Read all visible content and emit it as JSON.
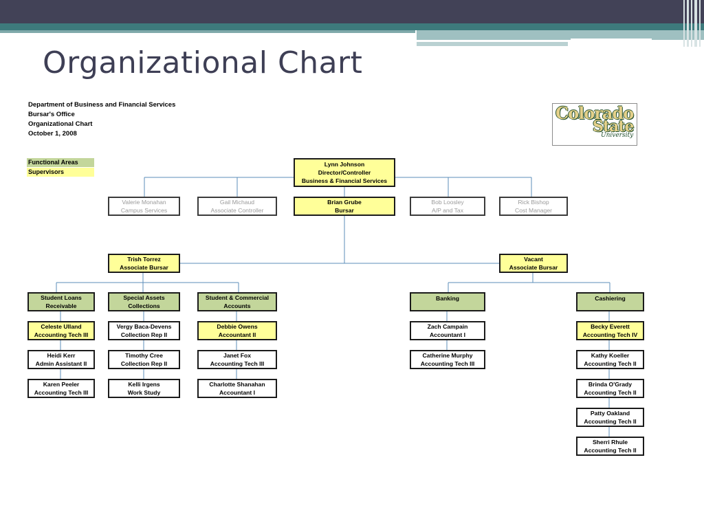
{
  "slide": {
    "title": "Organizational Chart"
  },
  "header": {
    "line1": "Department of Business and Financial Services",
    "line2": "Bursar's Office",
    "line3": "Organizational Chart",
    "line4": "October 1, 2008"
  },
  "legend": {
    "functional": "Functional Areas",
    "supervisors": "Supervisors"
  },
  "logo": {
    "line1": "Colorado",
    "line2": "State",
    "line3": "University"
  },
  "colors": {
    "supervisor": "#ffff99",
    "functional": "#c3d69b",
    "line": "#5b8db8"
  },
  "org": {
    "director": {
      "name": "Lynn Johnson",
      "title": "Director/Controller",
      "dept": "Business & Financial Services"
    },
    "valerie": {
      "name": "Valerie Monahan",
      "title": "Campus Services"
    },
    "gail": {
      "name": "Gail Michaud",
      "title": "Associate Controller"
    },
    "brian": {
      "name": "Brian Grube",
      "title": "Bursar"
    },
    "bob": {
      "name": "Bob Loosley",
      "title": "A/P and Tax"
    },
    "rick": {
      "name": "Rick Bishop",
      "title": "Cost Manager"
    },
    "trish": {
      "name": "Trish Torrez",
      "title": "Associate Bursar"
    },
    "vacant": {
      "name": "Vacant",
      "title": "Associate Bursar"
    },
    "student_loans": {
      "line1": "Student Loans",
      "line2": "Receivable"
    },
    "special_assets": {
      "line1": "Special Assets",
      "line2": "Collections"
    },
    "student_commercial": {
      "line1": "Student & Commercial",
      "line2": "Accounts"
    },
    "banking": {
      "line1": "Banking"
    },
    "cashiering": {
      "line1": "Cashiering"
    },
    "celeste": {
      "name": "Celeste Ulland",
      "title": "Accounting Tech III"
    },
    "heidi": {
      "name": "Heidi Kerr",
      "title": "Admin Assistant II"
    },
    "karen": {
      "name": "Karen Peeler",
      "title": "Accounting Tech III"
    },
    "vergy": {
      "name": "Vergy Baca-Devens",
      "title": "Collection Rep II"
    },
    "timothy": {
      "name": "Timothy Cree",
      "title": "Collection Rep II"
    },
    "kelli": {
      "name": "Kelli Irgens",
      "title": "Work Study"
    },
    "debbie": {
      "name": "Debbie Owens",
      "title": "Accountant II"
    },
    "janet": {
      "name": "Janet Fox",
      "title": "Accounting Tech III"
    },
    "charlotte": {
      "name": "Charlotte Shanahan",
      "title": "Accountant I"
    },
    "zach": {
      "name": "Zach Campain",
      "title": "Accountant I"
    },
    "catherine": {
      "name": "Catherine Murphy",
      "title": "Accounting Tech III"
    },
    "becky": {
      "name": "Becky Everett",
      "title": "Accounting Tech IV"
    },
    "kathy": {
      "name": "Kathy Koeller",
      "title": "Accounting Tech II"
    },
    "brinda": {
      "name": "Brinda O'Grady",
      "title": "Accounting Tech II"
    },
    "patty": {
      "name": "Patty Oakland",
      "title": "Accounting Tech II"
    },
    "sherri": {
      "name": "Sherri Rhule",
      "title": "Accounting Tech II"
    }
  }
}
